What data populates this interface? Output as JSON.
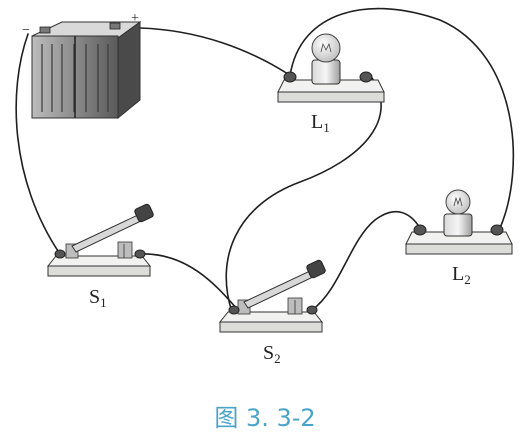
{
  "diagram": {
    "battery": {
      "minus_label": "−",
      "plus_label": "+"
    },
    "lamp_l1": {
      "label": "L",
      "sub": "1"
    },
    "lamp_l2": {
      "label": "L",
      "sub": "2"
    },
    "switch_s1": {
      "label": "S",
      "sub": "1"
    },
    "switch_s2": {
      "label": "S",
      "sub": "2"
    },
    "caption": "图 3. 3-2"
  },
  "colors": {
    "caption": "#4aa3c8",
    "wire": "#1f1f1f",
    "base": "#e9e9e6"
  }
}
